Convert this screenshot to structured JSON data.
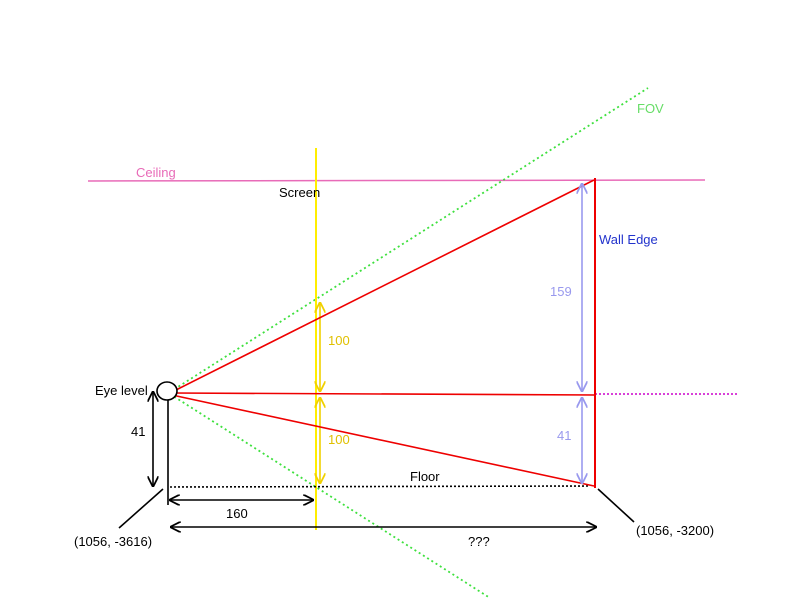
{
  "labels": {
    "fov": "FOV",
    "ceiling": "Ceiling",
    "screen": "Screen",
    "wall_edge": "Wall Edge",
    "eye_level": "Eye level",
    "floor": "Floor"
  },
  "measurements": {
    "wall_top_height": "159",
    "wall_bottom_height": "41",
    "screen_upper": "100",
    "screen_lower": "100",
    "eye_height": "41",
    "eye_to_screen": "160",
    "eye_to_wall": "???"
  },
  "coordinates": {
    "eye_point": "(1056, -3616)",
    "wall_point": "(1056, -3200)"
  },
  "colors": {
    "ceiling": "#e86bb8",
    "fov": "#3ee03e",
    "screen": "#ffee00",
    "screen_text": "#e0c000",
    "ray": "#ee0000",
    "wall_label": "#2233cc",
    "wall_measure": "#9999ee",
    "eye_line": "#cc00cc",
    "ink": "#000000"
  }
}
